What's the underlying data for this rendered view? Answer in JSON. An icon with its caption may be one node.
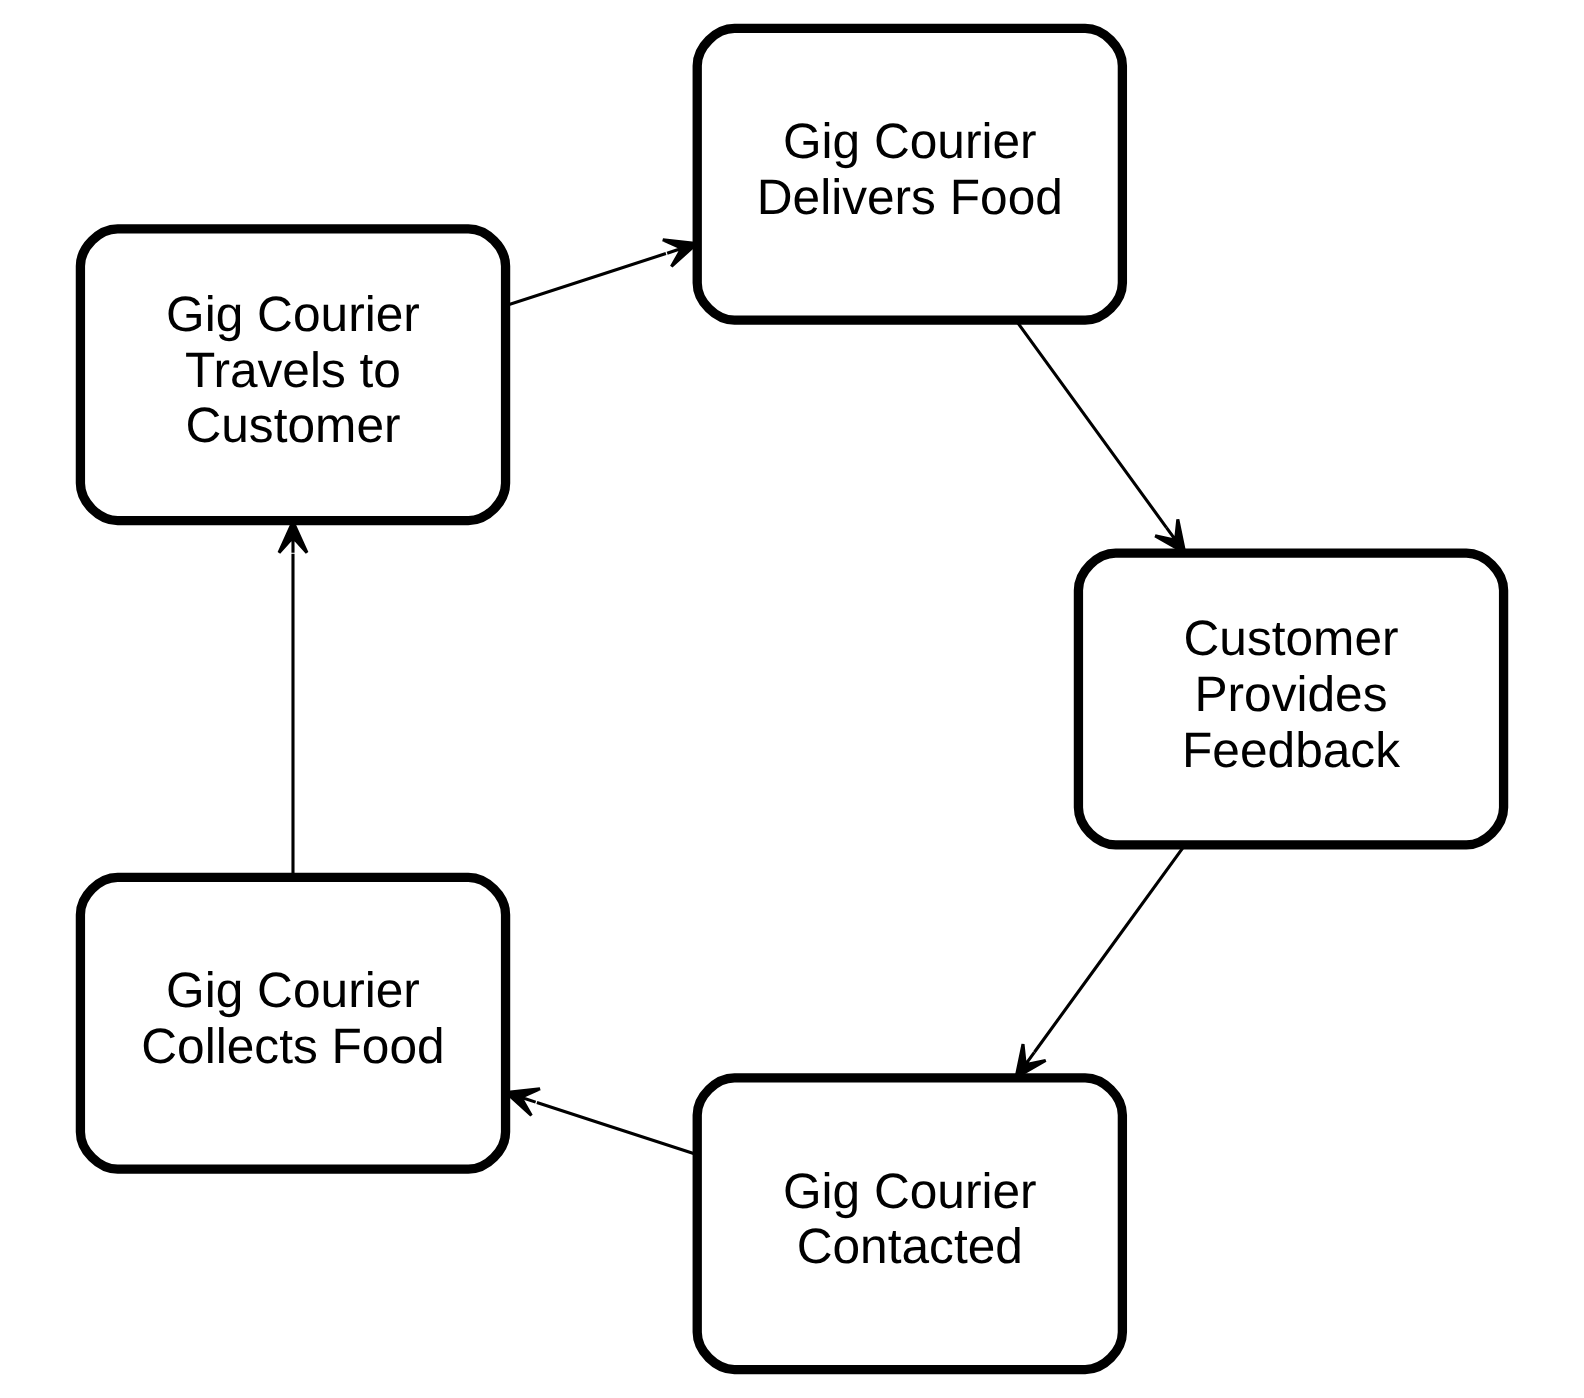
{
  "diagram": {
    "nodes": [
      {
        "text": [
          "Gig Courier Contacted"
        ]
      },
      {
        "text": [
          "Customer Provides Feedback"
        ]
      },
      {
        "text": [
          "Gig Courier Collects Food"
        ]
      },
      {
        "text": [
          "Gig Courier Delivers Food"
        ]
      },
      {
        "text": [
          "Gig Courier Travels to Customer"
        ]
      }
    ],
    "edges": [
      {
        "from": 0,
        "to": 2,
        "arrow": "to"
      },
      {
        "from": 2,
        "to": 4,
        "arrow": "to"
      },
      {
        "from": 4,
        "to": 3,
        "arrow": "to"
      },
      {
        "from": 3,
        "to": 1,
        "arrow": "to"
      },
      {
        "from": 1,
        "to": 0,
        "arrow": "to"
      }
    ]
  }
}
